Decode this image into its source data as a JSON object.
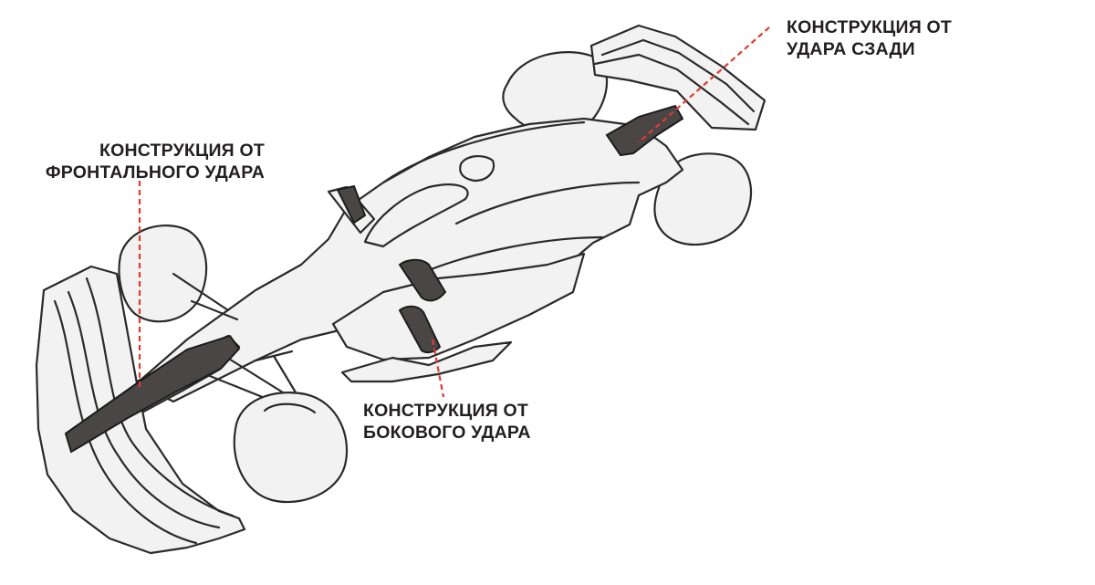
{
  "labels": {
    "front": {
      "line1": "КОНСТРУКЦИЯ ОТ",
      "line2": "ФРОНТАЛЬНОГО УДАРА"
    },
    "rear": {
      "line1": "КОНСТРУКЦИЯ ОТ",
      "line2": "УДАРА СЗАДИ"
    },
    "side": {
      "line1": "КОНСТРУКЦИЯ ОТ",
      "line2": "БОКОВОГО УДАРА"
    }
  },
  "colors": {
    "leader_line": "#e03a2f",
    "impact_structure": "#4a4646",
    "outline": "#2a2a2a",
    "body_fill": "#f1f1f1"
  },
  "icons": [
    "f1-car-illustration"
  ]
}
